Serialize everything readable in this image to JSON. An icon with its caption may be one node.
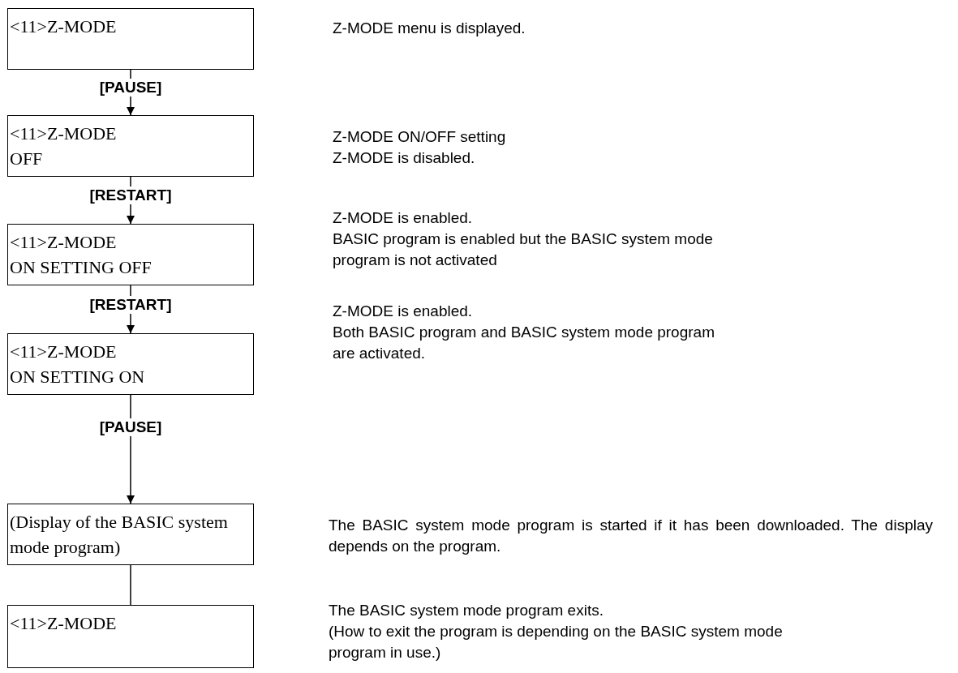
{
  "diagram": {
    "nodes": [
      {
        "text": [
          "<11>Z-MODE"
        ]
      },
      {
        "text": [
          "<11>Z-MODE",
          "OFF"
        ],
        "beside": [
          "Z-MODE ON/OFF setting",
          "Z-MODE is disabled."
        ]
      },
      {
        "text": [
          "<11>Z-MODE",
          "ON SETTING OFF"
        ],
        "beside": [
          "Z-MODE is enabled.",
          "BASIC program is enabled but the BASIC system mode program is not activated"
        ]
      },
      {
        "text": [
          "<11>Z-MODE",
          "ON SETTING ON"
        ],
        "beside": [
          "Z-MODE is enabled.",
          "Both BASIC program and BASIC system mode program are activated."
        ]
      },
      {
        "text": [
          "(Display of the BASIC system mode program)"
        ]
      },
      {
        "text": [
          "<11>Z-MODE"
        ],
        "beside": [
          "The BASIC system mode program exits.",
          "(How to exit the program is depending on the BASIC system mode program in use.)"
        ]
      }
    ],
    "edges": [
      {
        "from": 0,
        "to": 1,
        "arrow": "to",
        "label": "[PAUSE]"
      },
      {
        "from": 1,
        "to": 2,
        "arrow": "to",
        "label": "[RESTART]"
      },
      {
        "from": 2,
        "to": 3,
        "arrow": "to",
        "label": "[RESTART]"
      },
      {
        "from": 3,
        "to": 4,
        "arrow": "to",
        "label": "[PAUSE]"
      },
      {
        "from": 4,
        "to": 5,
        "arrow": "none"
      }
    ],
    "labels": [
      "Z-MODE menu is displayed.",
      "The BASIC system mode program is started if it has been downloaded.  The display depends on the program."
    ]
  }
}
